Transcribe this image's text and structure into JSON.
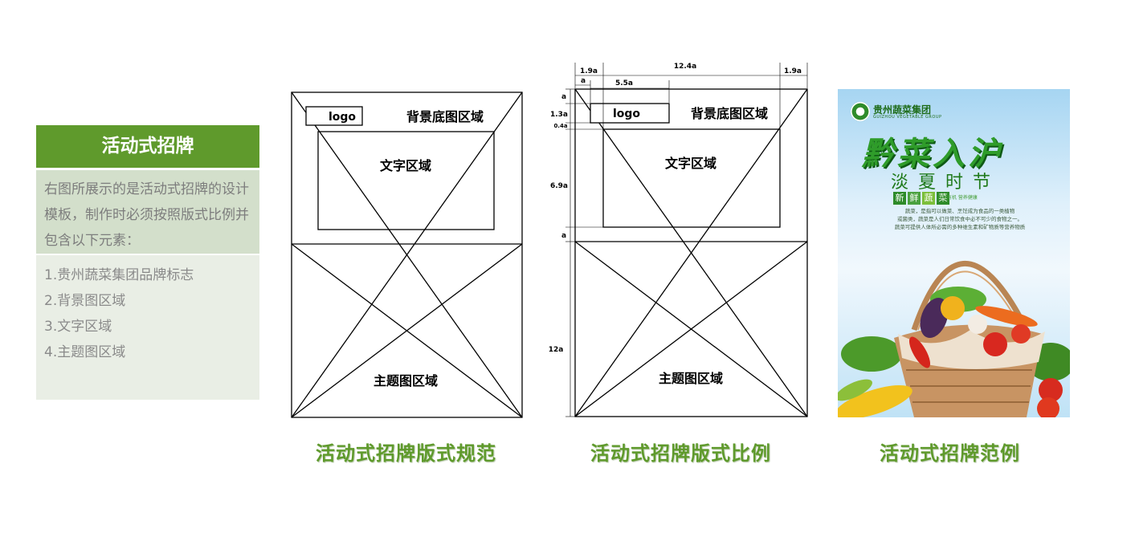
{
  "panel": {
    "title": "活动式招牌",
    "intro": "右图所展示的是活动式招牌的设计模板，制作时必须按照版式比例并包含以下元素：",
    "items": [
      "1.贵州蔬菜集团品牌标志",
      "2.背景图区域",
      "3.文字区域",
      "4.主题图区域"
    ]
  },
  "template1": {
    "logo": "logo",
    "bg_label": "背景底图区域",
    "text_label": "文字区域",
    "main_label": "主题图区域"
  },
  "template2": {
    "logo": "logo",
    "bg_label": "背景底图区域",
    "text_label": "文字区域",
    "main_label": "主题图区域",
    "dims": {
      "left_margin": "1.9a",
      "center_width": "12.4a",
      "right_margin": "1.9a",
      "unit_a": "a",
      "logo_width": "5.5a",
      "top_a": "a",
      "logo_height": "1.3a",
      "logo_gap": "0.4a",
      "text_height": "6.9a",
      "mid_a": "a",
      "main_height": "12a"
    }
  },
  "poster": {
    "brand": "贵州蔬菜集团",
    "brand_en": "GUIZHOU VEGETABLE GROUP",
    "title": "黔菜入沪",
    "subtitle": "淡夏时节",
    "tags": [
      "新",
      "鲜",
      "蔬",
      "菜"
    ],
    "tagline": "天然有机 营养健康",
    "desc": [
      "蔬菜，是指可以做菜、烹饪成为食品的一类植物",
      "或菌类，蔬菜是人们日常饮食中必不可少的食物之一。",
      "蔬菜可提供人体所必需的多种维生素和矿物质等营养物质"
    ],
    "colors": {
      "title": "#2f9c2a",
      "sky": "#a6d5f2"
    }
  },
  "captions": {
    "spec": "活动式招牌版式规范",
    "ratio": "活动式招牌版式比例",
    "example": "活动式招牌范例"
  },
  "colors": {
    "accent": "#5f9a2c",
    "intro_bg": "#d3dfcb",
    "list_bg": "#e9eee5"
  }
}
